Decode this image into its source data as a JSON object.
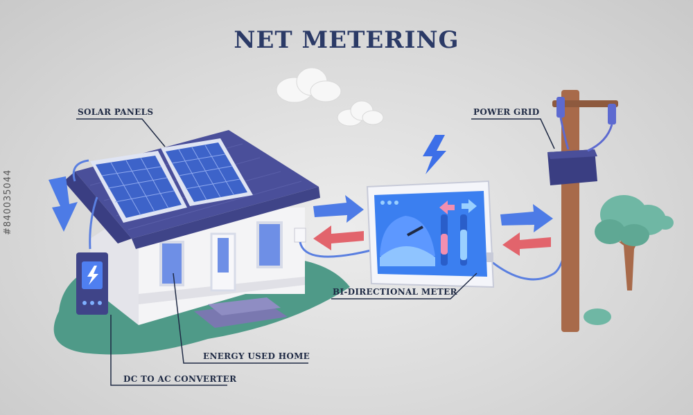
{
  "title": "NET METERING",
  "labels": {
    "solar_panels": "SOLAR PANELS",
    "power_grid": "POWER GRID",
    "bi_directional_meter": "BI-DIRECTIONAL METER",
    "energy_used_home": "ENERGY USED HOME",
    "dc_to_ac_converter": "DC TO AC CONVERTER"
  },
  "watermark": {
    "id": "#840035044"
  },
  "colors": {
    "title": "#2b3a66",
    "roof": "#4a4f9a",
    "panel": "#3d63c9",
    "wall": "#f4f4f6",
    "window": "#6e8fe6",
    "arrow_blue": "#4d7be6",
    "arrow_red": "#e2646c",
    "meter_screen": "#3b7ff0",
    "pole": "#a86a4a",
    "tree": "#6fb7a4",
    "grass": "#4f9a88"
  }
}
